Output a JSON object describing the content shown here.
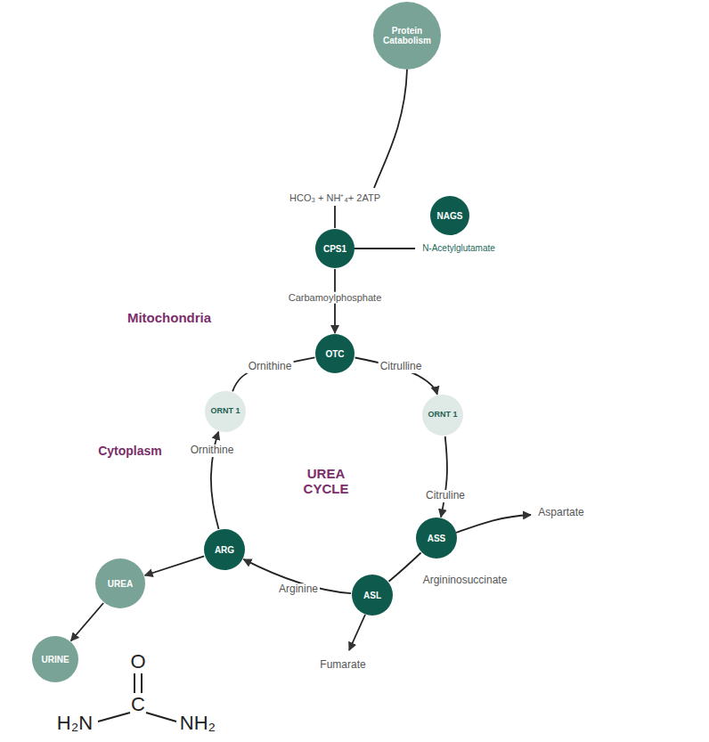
{
  "diagram": {
    "nodes": [
      {
        "text": [
          "Protein Catabolism"
        ]
      },
      {
        "text": [
          "Mitochondria"
        ]
      },
      {
        "text": [
          "NAGS"
        ],
        "in": 1
      },
      {
        "text": [
          "CPS1"
        ],
        "in": 1
      },
      {
        "text": [
          "OTC"
        ],
        "in": 1
      },
      {
        "text": [
          "ORNT 1"
        ]
      },
      {
        "text": [
          "ORNT 1"
        ]
      },
      {
        "text": [
          "ASS"
        ]
      },
      {
        "text": [
          "ASL"
        ]
      },
      {
        "text": [
          "ARG"
        ]
      },
      {
        "text": [
          "UREA"
        ]
      },
      {
        "text": [
          "URINE"
        ]
      }
    ],
    "edges": [
      {
        "from": 3,
        "to": 4,
        "arrow": "to",
        "label": "Carbamoylphosphate"
      },
      {
        "from": 4,
        "to": 6,
        "arrow": "to",
        "label": "Citrulline"
      },
      {
        "from": 5,
        "to": 4,
        "arrow": "none",
        "label": "Ornithine"
      },
      {
        "from": 6,
        "to": 7,
        "arrow": "to",
        "label": "Citruline"
      },
      {
        "from": 7,
        "to": 8,
        "arrow": "none"
      },
      {
        "from": 8,
        "to": 9,
        "arrow": "to",
        "label": "Arginine"
      },
      {
        "from": 9,
        "to": 10,
        "arrow": "to"
      },
      {
        "from": 9,
        "to": 5,
        "arrow": "to",
        "label": "Ornithine"
      },
      {
        "from": 10,
        "to": 11,
        "arrow": "to"
      }
    ],
    "labels": [
      "HCO₃ + NH⁺₄+ 2ATP",
      "N-Acetylglutamate",
      "Cytoplasm",
      "UREA CYCLE",
      "Aspartate",
      "Argininosuccinate",
      "Fumarate",
      "O",
      "C",
      "H₂N",
      "NH₂"
    ]
  }
}
